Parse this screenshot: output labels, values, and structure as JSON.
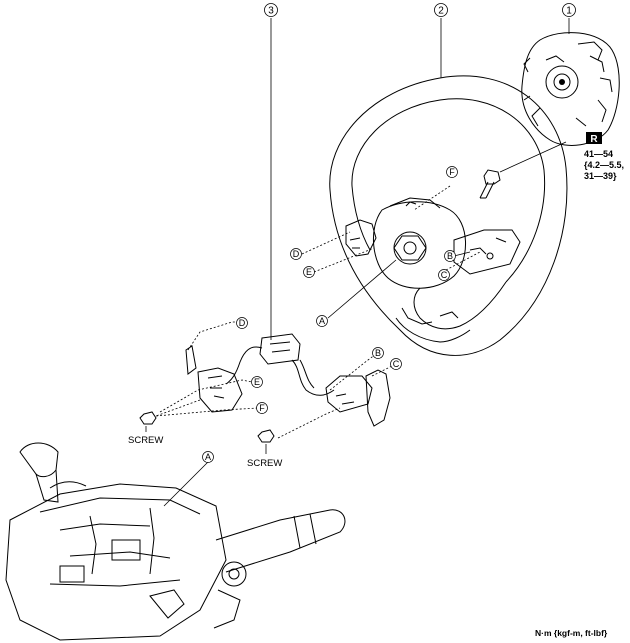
{
  "callouts": {
    "c1": "1",
    "c2": "2",
    "c3": "3"
  },
  "letters": {
    "A1": "A",
    "A2": "A",
    "B1": "B",
    "B2": "B",
    "C1": "C",
    "C2": "C",
    "D1": "D",
    "D2": "D",
    "E1": "E",
    "E2": "E",
    "F1": "F",
    "F2": "F"
  },
  "torque": {
    "badge": "R",
    "line1": "41—54",
    "line2": "{4.2—5.5,",
    "line3": "31—39}"
  },
  "screws": {
    "screw1": "SCREW",
    "screw2": "SCREW"
  },
  "units": "N·m {kgf-m, ft-lbf}"
}
